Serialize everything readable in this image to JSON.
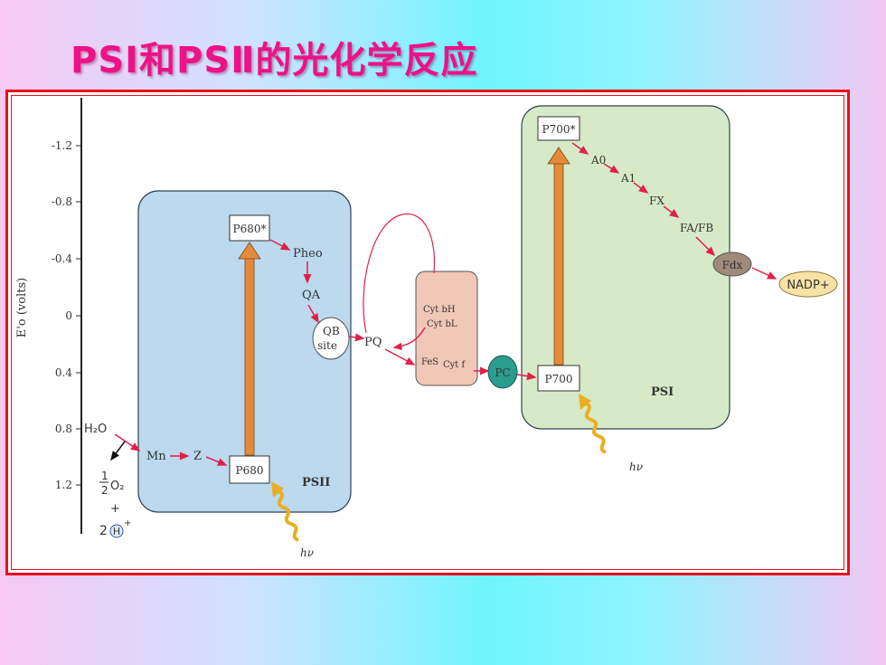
{
  "slide": {
    "title": "PSⅠ和PSⅡ的光化学反应"
  },
  "axis": {
    "label": "E'o (volts)",
    "ticks": [
      "-1.2",
      "-0.8",
      "-0.4",
      "0",
      "0.4",
      "0.8",
      "1.2"
    ]
  },
  "water": {
    "h2o": "H₂O",
    "half": "1",
    "two": "2",
    "o2": "O₂",
    "plus": "+",
    "h_coef": "2",
    "h": "H",
    "h_charge": "+"
  },
  "psii": {
    "label": "PSII",
    "p680_excited": "P680*",
    "p680": "P680",
    "pheo": "Pheo",
    "qa": "QA",
    "qb": "QB",
    "site": "site",
    "mn": "Mn",
    "z": "Z",
    "light": "hν"
  },
  "cytochrome": {
    "pq": "PQ",
    "cyt_bh": "Cyt bH",
    "cyt_bl": "Cyt bL",
    "fes": "FeS",
    "cytf": "Cyt f",
    "pc": "PC"
  },
  "psi": {
    "label": "PSI",
    "p700_excited": "P700*",
    "p700": "P700",
    "a0": "A0",
    "a1": "A1",
    "fx": "FX",
    "fa_fb": "FA/FB",
    "fdx": "Fdx",
    "nadp": "NADP+",
    "light": "hν"
  },
  "colors": {
    "title": "#ee1188",
    "psii_box": "#bcd9ee",
    "psi_box": "#d6eac7",
    "cyt_box": "#f1c7b7",
    "pc": "#2a9d8f",
    "arrow_red": "#e0204a",
    "excite_arrow": "#e48a3a",
    "fdx": "#a08a7a",
    "nadp": "#f7e3a6"
  }
}
